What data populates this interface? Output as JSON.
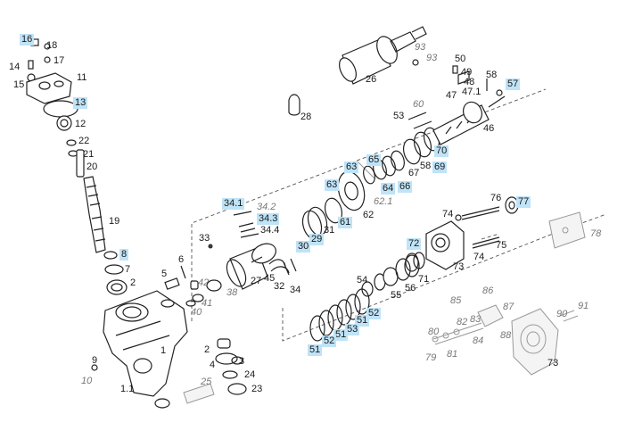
{
  "labels": {
    "l16": "16",
    "l18": "18",
    "l17": "17",
    "l14": "14",
    "l15": "15",
    "l11": "11",
    "l13": "13",
    "l12": "12",
    "l22": "22",
    "l21": "21",
    "l20": "20",
    "l19": "19",
    "l8": "8",
    "l7": "7",
    "l2a": "2",
    "l5": "5",
    "l6": "6",
    "l33": "33",
    "l42": "42",
    "l41": "41",
    "l40": "40",
    "l38": "38",
    "l1": "1",
    "l9": "9",
    "l10": "10",
    "l1_1": "1.1",
    "l2b": "2",
    "l3": "3",
    "l4": "4",
    "l24": "24",
    "l23": "23",
    "l25": "25",
    "l26": "26",
    "l28": "28",
    "l93a": "93",
    "l93b": "93",
    "l34_1": "34.1",
    "l34_2": "34.2",
    "l34_3": "34.3",
    "l34_4": "34.4",
    "l27": "27",
    "l45": "45",
    "l32": "32",
    "l34": "34",
    "l30": "30",
    "l29": "29",
    "l31": "31",
    "l61": "61",
    "l62": "62",
    "l62_1": "62.1",
    "l63a": "63",
    "l63b": "63",
    "l65": "65",
    "l64": "64",
    "l66": "66",
    "l67": "67",
    "l53": "53",
    "l60": "60",
    "l58a": "58",
    "l70": "70",
    "l69": "69",
    "l46": "46",
    "l50": "50",
    "l49": "49",
    "l48": "48",
    "l47": "47",
    "l47_1": "47.1",
    "l58b": "58",
    "l57": "57",
    "l76": "76",
    "l77": "77",
    "l74a": "74",
    "l74b": "74",
    "l75": "75",
    "l72": "72",
    "l73a": "73",
    "l78": "78",
    "l54": "54",
    "l55": "55",
    "l56": "56",
    "l71": "71",
    "l52a": "52",
    "l51a": "51",
    "l53b": "53",
    "l51b": "51",
    "l52b": "52",
    "l51c": "51",
    "l85": "85",
    "l86": "86",
    "l80": "80",
    "l82": "82",
    "l83": "83",
    "l87": "87",
    "l88": "88",
    "l84": "84",
    "l79": "79",
    "l81": "81",
    "l90": "90",
    "l91": "91",
    "l73b": "73"
  },
  "highlight_color": "#bfe3f7"
}
